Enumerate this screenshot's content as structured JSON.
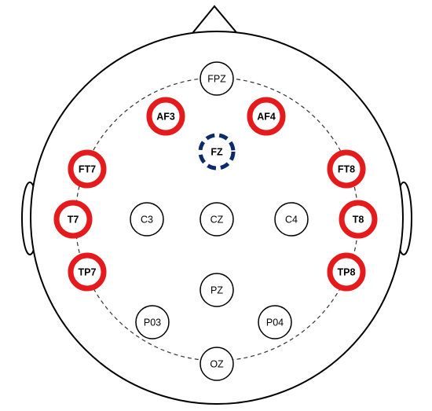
{
  "diagram": {
    "style": {
      "outline_color": "#000000",
      "guide_circle_color": "#333333",
      "highlight_ring_color": "#e41a1c",
      "reference_ring_color": "#0d2b6b",
      "normal_ring_color": "#000000",
      "background": "#ffffff"
    },
    "electrodes": [
      {
        "id": "fpz",
        "label": "FPZ",
        "status": "normal"
      },
      {
        "id": "af3",
        "label": "AF3",
        "status": "highlighted"
      },
      {
        "id": "af4",
        "label": "AF4",
        "status": "highlighted"
      },
      {
        "id": "fz",
        "label": "FZ",
        "status": "reference"
      },
      {
        "id": "ft7",
        "label": "FT7",
        "status": "highlighted"
      },
      {
        "id": "ft8",
        "label": "FT8",
        "status": "highlighted"
      },
      {
        "id": "t7",
        "label": "T7",
        "status": "highlighted"
      },
      {
        "id": "c3",
        "label": "C3",
        "status": "normal"
      },
      {
        "id": "cz",
        "label": "CZ",
        "status": "normal"
      },
      {
        "id": "c4",
        "label": "C4",
        "status": "normal"
      },
      {
        "id": "t8",
        "label": "T8",
        "status": "highlighted"
      },
      {
        "id": "tp7",
        "label": "TP7",
        "status": "highlighted"
      },
      {
        "id": "tp8",
        "label": "TP8",
        "status": "highlighted"
      },
      {
        "id": "pz",
        "label": "PZ",
        "status": "normal"
      },
      {
        "id": "p03",
        "label": "P03",
        "status": "normal"
      },
      {
        "id": "p04",
        "label": "P04",
        "status": "normal"
      },
      {
        "id": "oz",
        "label": "OZ",
        "status": "normal"
      }
    ]
  }
}
